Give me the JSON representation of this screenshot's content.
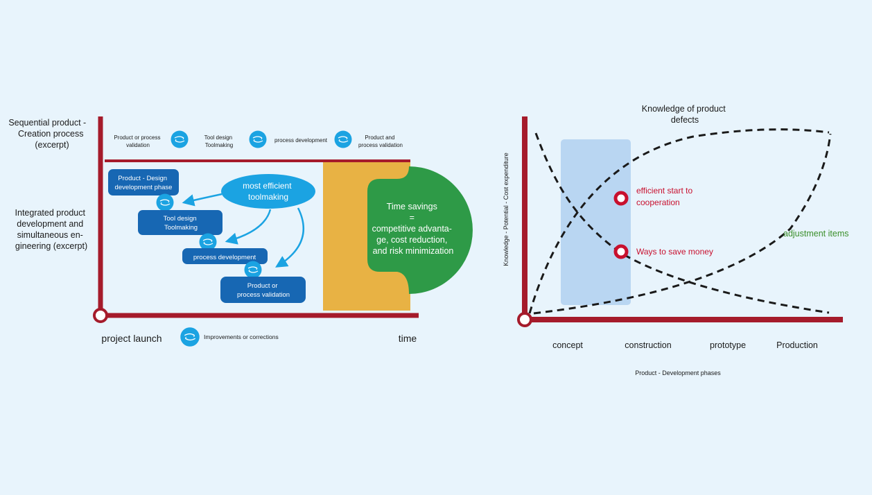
{
  "left_diagram": {
    "side_labels": {
      "sequential": [
        "Sequential product -",
        "Creation process",
        "(excerpt)"
      ],
      "integrated": [
        "Integrated product",
        "development and",
        "simultaneous en-",
        "gineering (excerpt)"
      ]
    },
    "sequential_steps": [
      [
        "Product or process",
        "validation"
      ],
      [
        "Tool design",
        "Toolmaking"
      ],
      [
        "process development"
      ],
      [
        "Product and",
        "process validation"
      ]
    ],
    "integrated_steps": [
      [
        "Product - Design",
        "development phase"
      ],
      [
        "Tool design",
        "Toolmaking"
      ],
      [
        "process development"
      ],
      [
        "Product or",
        "process validation"
      ]
    ],
    "efficiency_bubble": [
      "most efficient",
      "toolmaking"
    ],
    "time_savings": [
      "Time savings",
      "=",
      "competitive advanta-",
      "ge, cost reduction,",
      "and risk minimization"
    ],
    "axis_start_label": "project launch",
    "axis_end_label": "time",
    "legend_label": "Improvements or corrections",
    "cycle_icon": "cycle-arrows-icon"
  },
  "right_diagram": {
    "title": [
      "Knowledge of product",
      "defects"
    ],
    "y_axis_label": "Knowledge - Potential - Cost expenditure",
    "x_axis_label": "Product - Development phases",
    "phases": [
      "concept",
      "construction",
      "prototype",
      "Production"
    ],
    "markers": [
      [
        "efficient start to",
        "cooperation"
      ],
      [
        "Ways to save money"
      ]
    ],
    "curve_label": "adjustment items"
  },
  "colors": {
    "background": "#e8f4fc",
    "axis_red": "#a51b2b",
    "dark_blue": "#1767b3",
    "bright_blue": "#1ba3e2",
    "orange": "#e8b244",
    "green": "#2e9a47",
    "pale_blue": "#b9d6f2",
    "marker_red": "#c8102e",
    "label_green": "#3b8f2a"
  }
}
